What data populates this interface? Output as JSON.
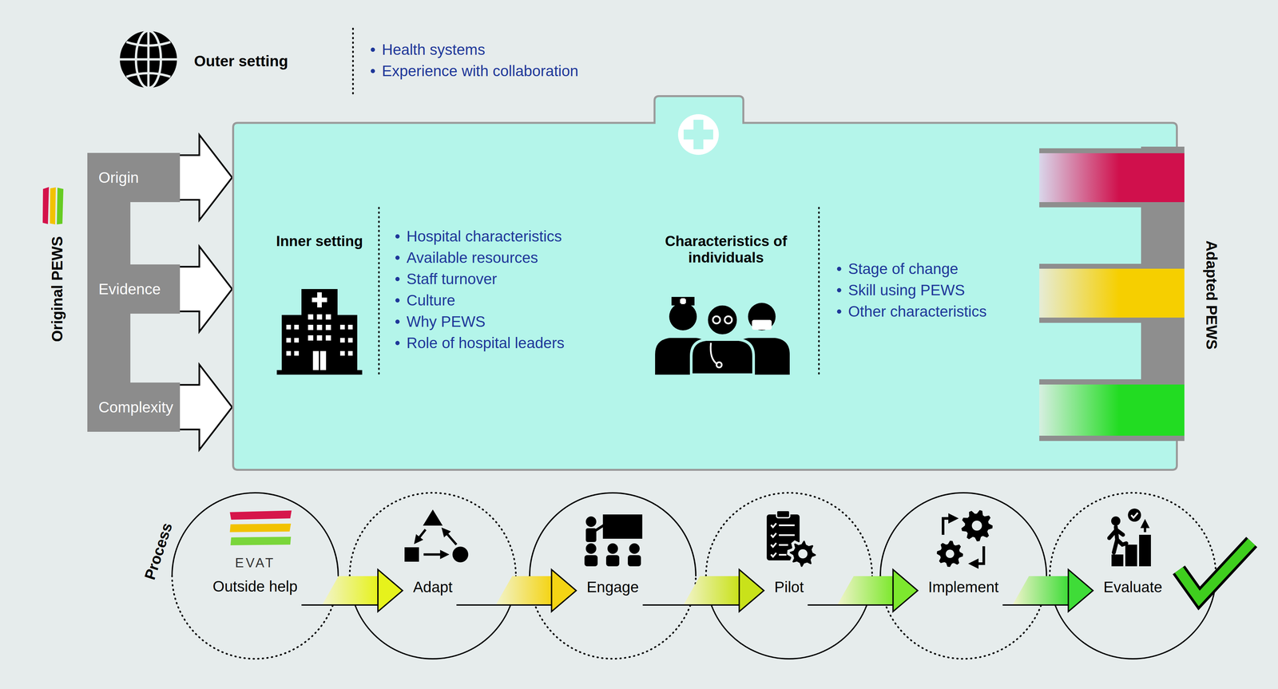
{
  "diagram": {
    "nodes": [
      {
        "text": [
          "Outer setting",
          "Health systems",
          "Experience with collaboration"
        ]
      },
      {
        "text": [
          "Inner setting",
          "Hospital characteristics",
          "Available resources",
          "Staff turnover",
          "Culture",
          "Why PEWS",
          "Role of hospital leaders",
          "Characteristics of individuals",
          "Stage of change",
          "Skill using PEWS",
          "Other characteristics"
        ],
        "in": 0
      },
      {
        "text": [
          "Origin"
        ],
        "in": 0
      },
      {
        "text": [
          "Evidence"
        ],
        "in": 0
      },
      {
        "text": [
          "Complexity"
        ],
        "in": 0
      },
      {
        "text": [
          "EVAT",
          "Outside help"
        ],
        "in": 0
      },
      {
        "text": [
          "Adapt"
        ],
        "in": 0
      },
      {
        "text": [
          "Engage"
        ],
        "in": 0
      },
      {
        "text": [
          "Pilot"
        ],
        "in": 0
      },
      {
        "text": [
          "Implement"
        ],
        "in": 0
      },
      {
        "text": [
          "Evaluate"
        ],
        "in": 0
      }
    ],
    "edges": [
      {
        "from": 2,
        "to": 1,
        "arrow": "to"
      },
      {
        "from": 3,
        "to": 1,
        "arrow": "to"
      },
      {
        "from": 4,
        "to": 1,
        "arrow": "to"
      },
      {
        "from": 5,
        "to": 6,
        "arrow": "to"
      },
      {
        "from": 6,
        "to": 7,
        "arrow": "to"
      },
      {
        "from": 7,
        "to": 8,
        "arrow": "to"
      },
      {
        "from": 8,
        "to": 9,
        "arrow": "to"
      },
      {
        "from": 9,
        "to": 10,
        "arrow": "to"
      }
    ],
    "labels": [
      "Original PEWS",
      "Adapted PEWS",
      "Process"
    ]
  }
}
